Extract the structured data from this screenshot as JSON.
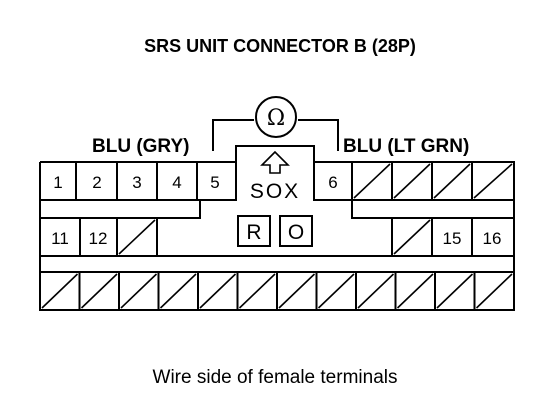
{
  "title": "SRS UNIT CONNECTOR B (28P)",
  "meter_symbol": "Ω",
  "left_wire_label": "BLU (GRY)",
  "right_wire_label": "BLU (LT GRN)",
  "lock_label": "SOX",
  "status_letters": [
    "R",
    "O"
  ],
  "row1_pins": [
    "1",
    "2",
    "3",
    "4",
    "5",
    "6"
  ],
  "row2_pins": [
    "11",
    "12",
    "15",
    "16"
  ],
  "caption": "Wire side of female terminals",
  "icons": {
    "meter": "ohmmeter-icon",
    "lock_arrow": "up-arrow-icon"
  }
}
